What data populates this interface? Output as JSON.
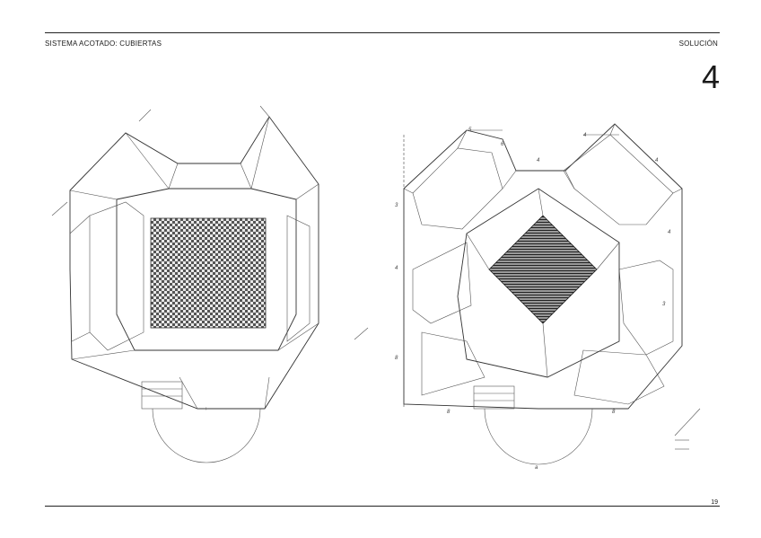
{
  "header": {
    "title": "SISTEMA ACOTADO: CUBIERTAS",
    "section": "SOLUCIÓN",
    "number": "4"
  },
  "footer": {
    "page": "19"
  },
  "figures": [
    {
      "name": "roof-plan-left",
      "fill": "checkered"
    },
    {
      "name": "roof-plan-right",
      "fill": "hatched"
    }
  ]
}
